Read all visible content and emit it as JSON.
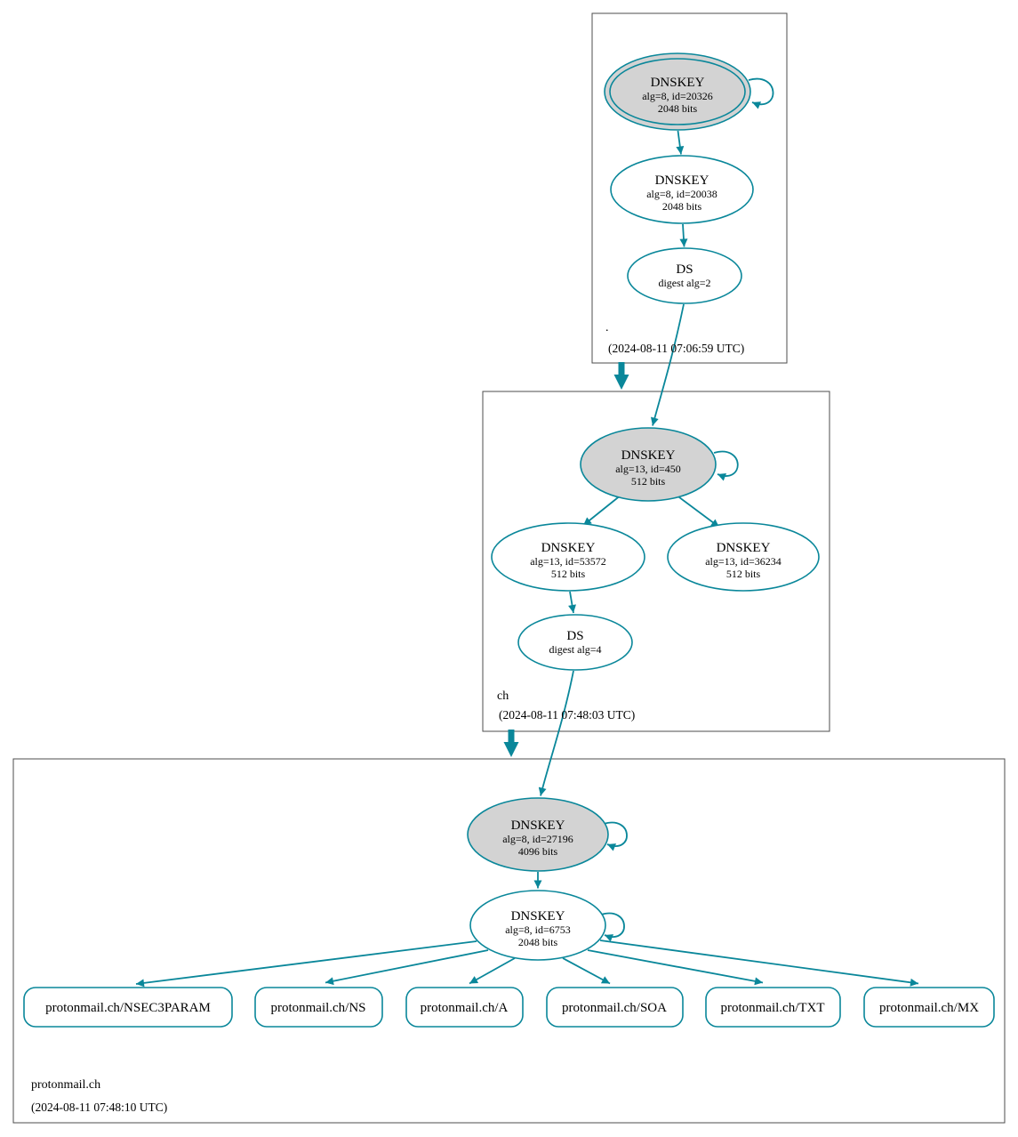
{
  "colors": {
    "secure": "#0a879a",
    "ksk_fill": "#d3d3d3",
    "node_fill": "#ffffff",
    "box_border": "#4d4d4d"
  },
  "zones": {
    "root": {
      "name": ".",
      "timestamp": "(2024-08-11 07:06:59 UTC)",
      "ksk": {
        "type": "DNSKEY",
        "detail": "alg=8, id=20326",
        "bits": "2048 bits"
      },
      "zsk": {
        "type": "DNSKEY",
        "detail": "alg=8, id=20038",
        "bits": "2048 bits"
      },
      "ds": {
        "type": "DS",
        "detail": "digest alg=2"
      }
    },
    "ch": {
      "name": "ch",
      "timestamp": "(2024-08-11 07:48:03 UTC)",
      "ksk": {
        "type": "DNSKEY",
        "detail": "alg=13, id=450",
        "bits": "512 bits"
      },
      "zsk1": {
        "type": "DNSKEY",
        "detail": "alg=13, id=53572",
        "bits": "512 bits"
      },
      "zsk2": {
        "type": "DNSKEY",
        "detail": "alg=13, id=36234",
        "bits": "512 bits"
      },
      "ds": {
        "type": "DS",
        "detail": "digest alg=4"
      }
    },
    "protonmail": {
      "name": "protonmail.ch",
      "timestamp": "(2024-08-11 07:48:10 UTC)",
      "ksk": {
        "type": "DNSKEY",
        "detail": "alg=8, id=27196",
        "bits": "4096 bits"
      },
      "zsk": {
        "type": "DNSKEY",
        "detail": "alg=8, id=6753",
        "bits": "2048 bits"
      },
      "rrsets": [
        {
          "label": "protonmail.ch/NSEC3PARAM"
        },
        {
          "label": "protonmail.ch/NS"
        },
        {
          "label": "protonmail.ch/A"
        },
        {
          "label": "protonmail.ch/SOA"
        },
        {
          "label": "protonmail.ch/TXT"
        },
        {
          "label": "protonmail.ch/MX"
        }
      ]
    }
  }
}
